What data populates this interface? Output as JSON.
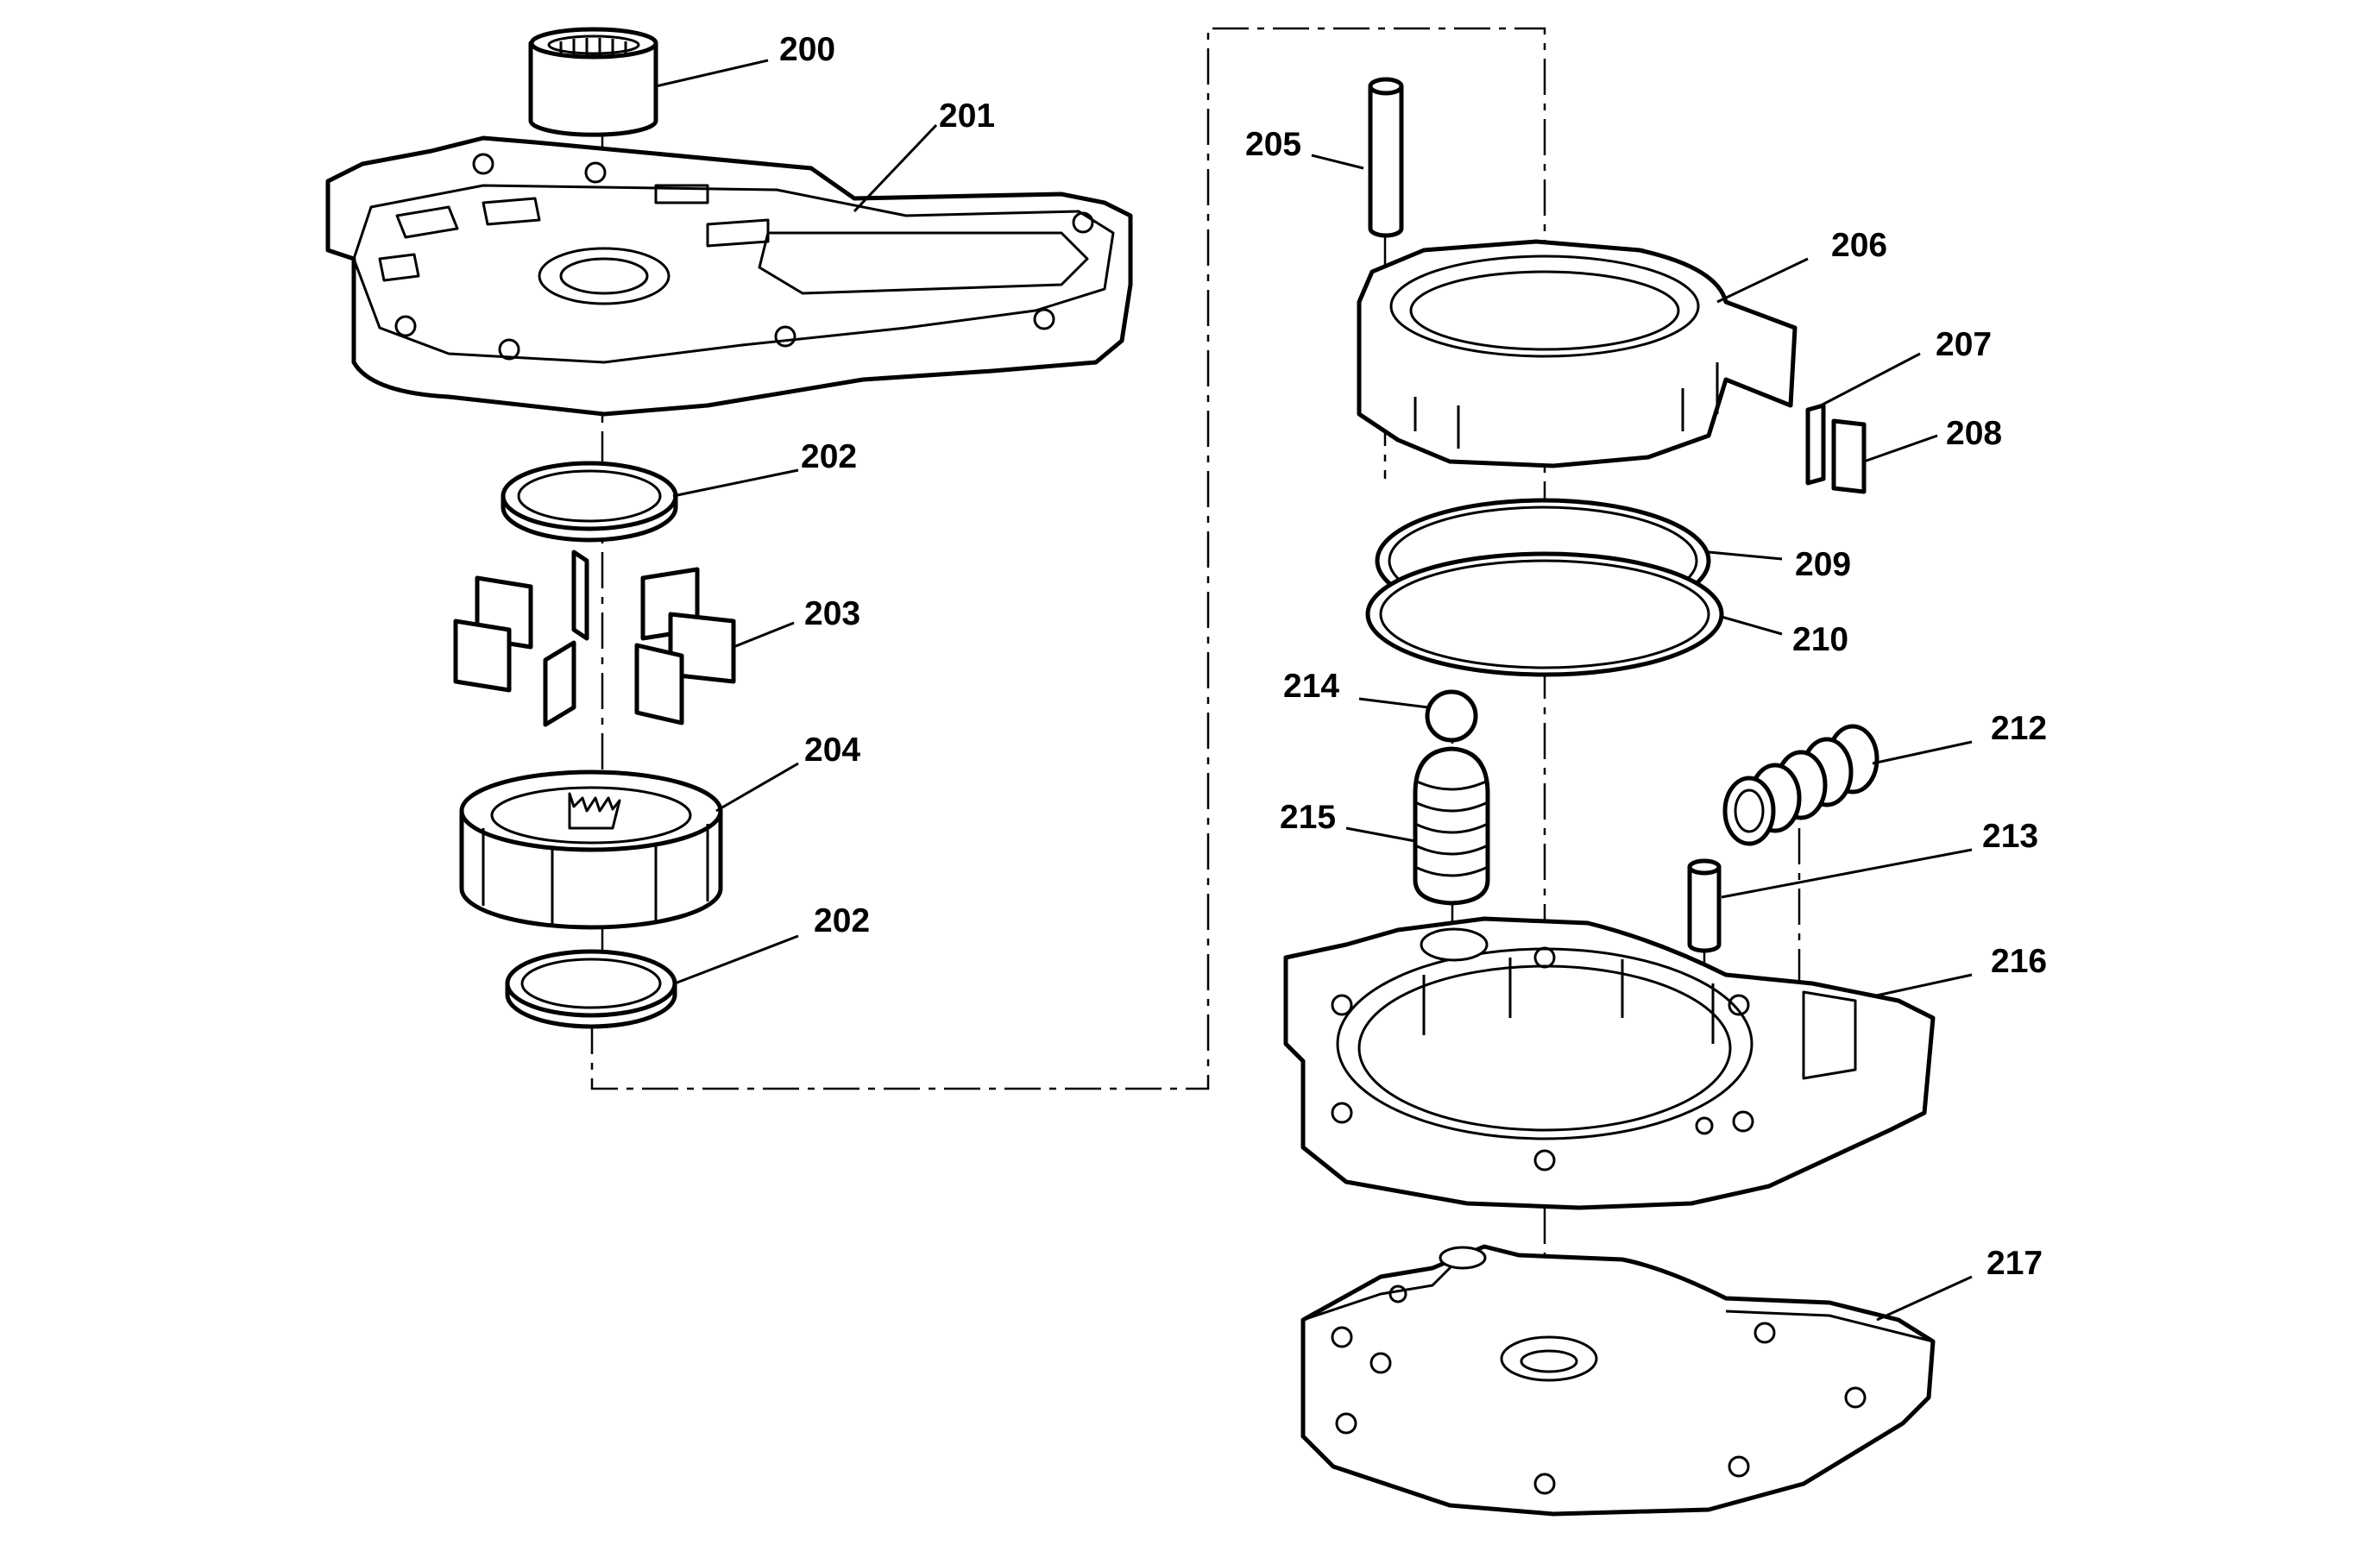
{
  "callouts": {
    "c200": "200",
    "c201": "201",
    "c202a": "202",
    "c202b": "202",
    "c203": "203",
    "c204": "204",
    "c205": "205",
    "c206": "206",
    "c207": "207",
    "c208": "208",
    "c209": "209",
    "c210": "210",
    "c212": "212",
    "c213": "213",
    "c214": "214",
    "c215": "215",
    "c216": "216",
    "c217": "217"
  }
}
